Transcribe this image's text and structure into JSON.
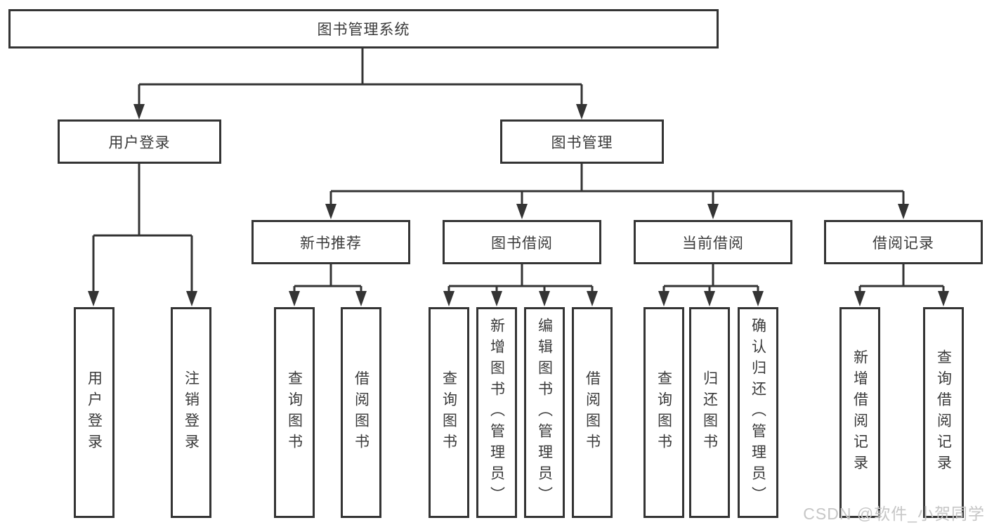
{
  "nodes": {
    "root": {
      "label": "图书管理系统"
    },
    "user_login": {
      "label": "用户登录"
    },
    "book_management": {
      "label": "图书管理"
    },
    "new_book_recommend": {
      "label": "新书推荐"
    },
    "book_borrowing": {
      "label": "图书借阅"
    },
    "current_borrowing": {
      "label": "当前借阅"
    },
    "borrowing_records": {
      "label": "借阅记录"
    },
    "leaf_user_login": {
      "label": "用户登录"
    },
    "leaf_logout": {
      "label": "注销登录"
    },
    "leaf_query_books_recommend": {
      "label": "查询图书"
    },
    "leaf_borrow_books_recommend": {
      "label": "借阅图书"
    },
    "leaf_query_books_borrowing": {
      "label": "查询图书"
    },
    "leaf_add_books_admin": {
      "label": "新增图书（管理员）"
    },
    "leaf_edit_books_admin": {
      "label": "编辑图书（管理员）"
    },
    "leaf_borrow_books_borrowing": {
      "label": "借阅图书"
    },
    "leaf_query_books_current": {
      "label": "查询图书"
    },
    "leaf_return_books": {
      "label": "归还图书"
    },
    "leaf_confirm_return_admin": {
      "label": "确认归还（管理员）"
    },
    "leaf_add_borrow_record": {
      "label": "新增借阅记录"
    },
    "leaf_query_borrow_record": {
      "label": "查询借阅记录"
    }
  },
  "hierarchy": {
    "图书管理系统": {
      "用户登录": [
        "用户登录",
        "注销登录"
      ],
      "图书管理": {
        "新书推荐": [
          "查询图书",
          "借阅图书"
        ],
        "图书借阅": [
          "查询图书",
          "新增图书（管理员）",
          "编辑图书（管理员）",
          "借阅图书"
        ],
        "当前借阅": [
          "查询图书",
          "归还图书",
          "确认归还（管理员）"
        ],
        "借阅记录": [
          "新增借阅记录",
          "查询借阅记录"
        ]
      }
    }
  },
  "watermark": {
    "text": "CSDN @软件_小贺同学"
  },
  "colors": {
    "line": "#343434",
    "border": "#343434",
    "text": "#3a3a3a",
    "watermark": "#c6c6c6",
    "background": "#ffffff"
  }
}
